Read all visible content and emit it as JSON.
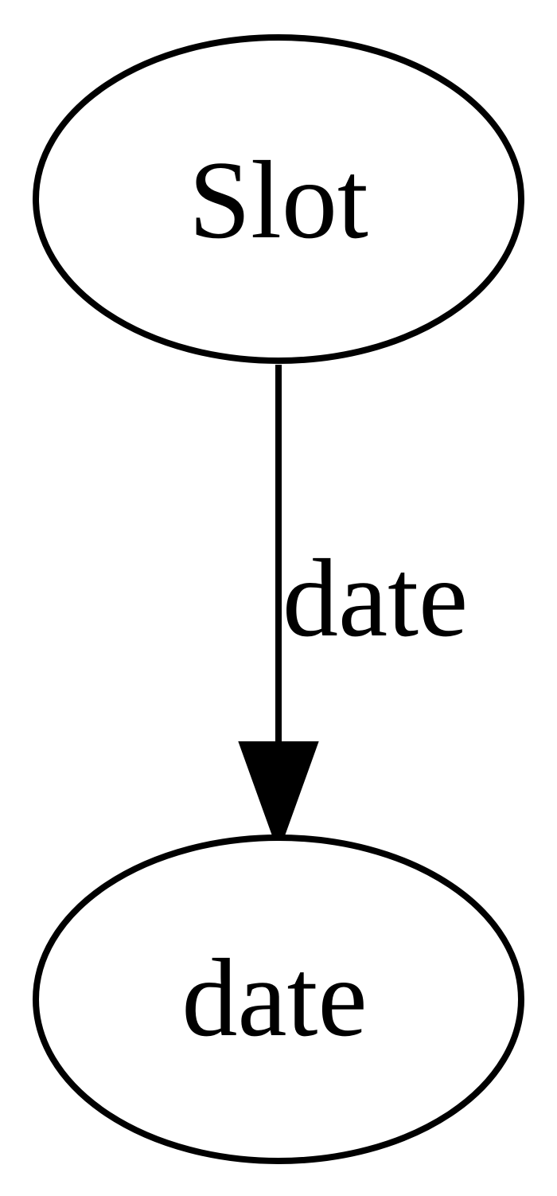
{
  "graph": {
    "nodes": [
      {
        "id": "slot",
        "label": "Slot"
      },
      {
        "id": "date",
        "label": "date"
      }
    ],
    "edges": [
      {
        "from": "slot",
        "to": "date",
        "label": "date"
      }
    ]
  },
  "colors": {
    "stroke": "#000000",
    "fill": "#ffffff",
    "text": "#000000"
  }
}
